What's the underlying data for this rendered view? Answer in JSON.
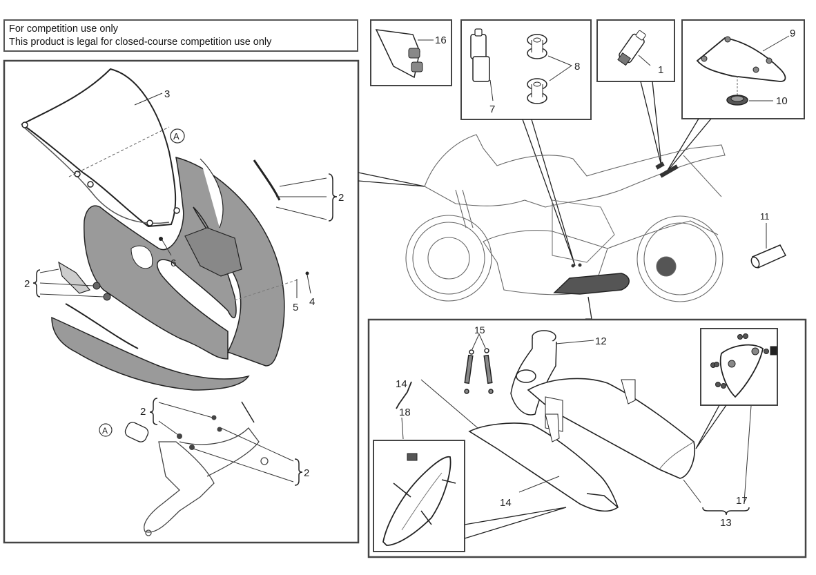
{
  "notice": {
    "line1": "For competition use only",
    "line2": "This product is legal for closed-course competition use only"
  },
  "colors": {
    "frame": "#444444",
    "fairing_fill": "#9a9a9a",
    "line": "#333333",
    "background": "#ffffff"
  },
  "callouts": {
    "front_fairing": {
      "windscreen": "3",
      "mirror_cover_brackets": "2",
      "screw": "4",
      "washer": "5",
      "fastener": "6",
      "lower_brackets_left": "2",
      "bracket_set_upper": "2",
      "bracket_set_right": "2",
      "detail_ref": "A",
      "detail_ref_lower": "A"
    },
    "connector_cover": "16",
    "connector": "7",
    "grommets": "8",
    "sensor": "1",
    "tail_bracket": "9",
    "cap": "10",
    "key_plug": "11",
    "exhaust": {
      "manifold_gasket": "12",
      "kit": "13",
      "silencer": "14",
      "silencer_bracket": "14",
      "springs": "15",
      "heat_guard": "17",
      "guard_kit": "18"
    }
  },
  "icons": {
    "windscreen": "windscreen-icon",
    "fairing": "front-fairing-icon",
    "motorcycle": "motorcycle-icon",
    "exhaust": "exhaust-silencer-icon"
  }
}
